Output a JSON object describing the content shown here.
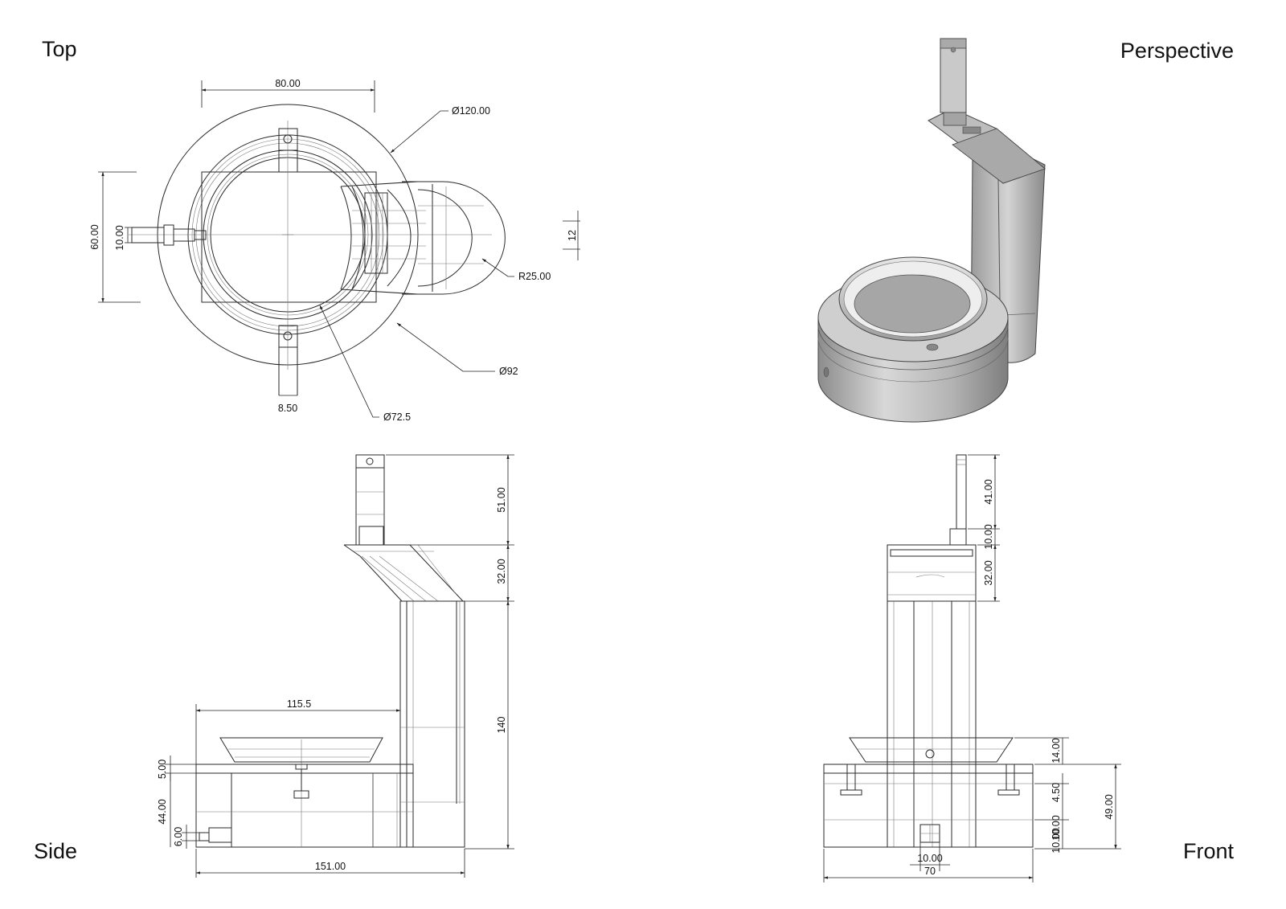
{
  "views": {
    "top": "Top",
    "perspective": "Perspective",
    "side": "Side",
    "front": "Front"
  },
  "top_dims": {
    "width": "80.00",
    "outer_dia": "Ø120.00",
    "height": "60.00",
    "pin": "10.00",
    "slot": "12",
    "radius": "R25.00",
    "ring_dia": "Ø92",
    "tab": "8.50",
    "inner_dia": "Ø72.5"
  },
  "side_dims": {
    "top": "51.00",
    "bracket": "32.00",
    "column": "140",
    "depth": "115.5",
    "lip": "5.00",
    "base": "44.00",
    "foot": "6.00",
    "overall": "151.00"
  },
  "front_dims": {
    "top": "41.00",
    "collar": "10.00",
    "bracket": "32.00",
    "dish": "14.00",
    "base": "49.00",
    "step": "4.50",
    "lower": "10.00",
    "bottom": "10.00",
    "slot": "10.00",
    "overall": "70"
  },
  "colors": {
    "line": "#2a2a2a",
    "shade_light": "#d9d9d9",
    "shade_mid": "#b8b8b8",
    "shade_dark": "#8e8e8e"
  }
}
